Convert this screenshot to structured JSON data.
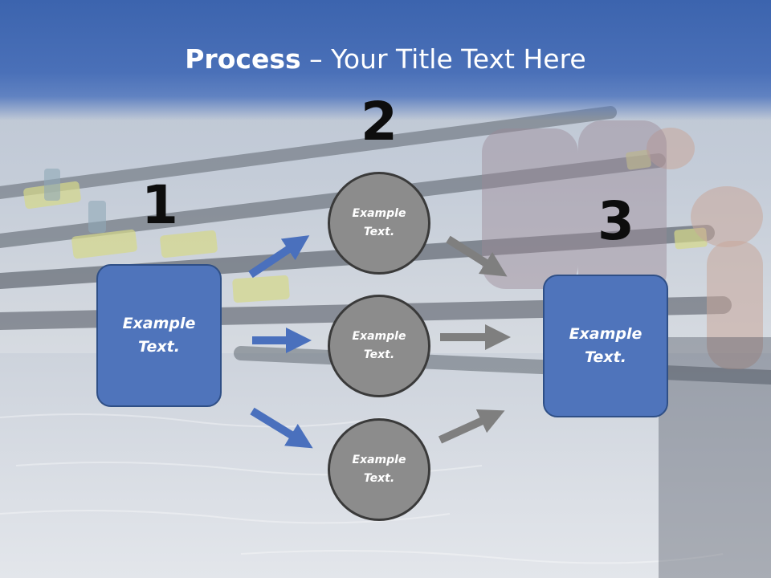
{
  "title": {
    "bold": "Process",
    "rest": " – Your Title Text Here"
  },
  "steps": [
    {
      "number": "1",
      "text": "Example\nText."
    },
    {
      "number": "2"
    },
    {
      "number": "3",
      "text": "Example\nText."
    }
  ],
  "circles": [
    {
      "text": "Example\nText."
    },
    {
      "text": "Example\nText."
    },
    {
      "text": "Example\nText."
    }
  ],
  "colors": {
    "title_band": "#3c64ae",
    "box_fill": "#4f74bb",
    "box_border": "#2f4f86",
    "circle_fill": "#8c8c8c",
    "circle_border": "#3a3a3a",
    "arrow_blue": "#4a70bd",
    "arrow_gray": "#7f7f7f"
  }
}
